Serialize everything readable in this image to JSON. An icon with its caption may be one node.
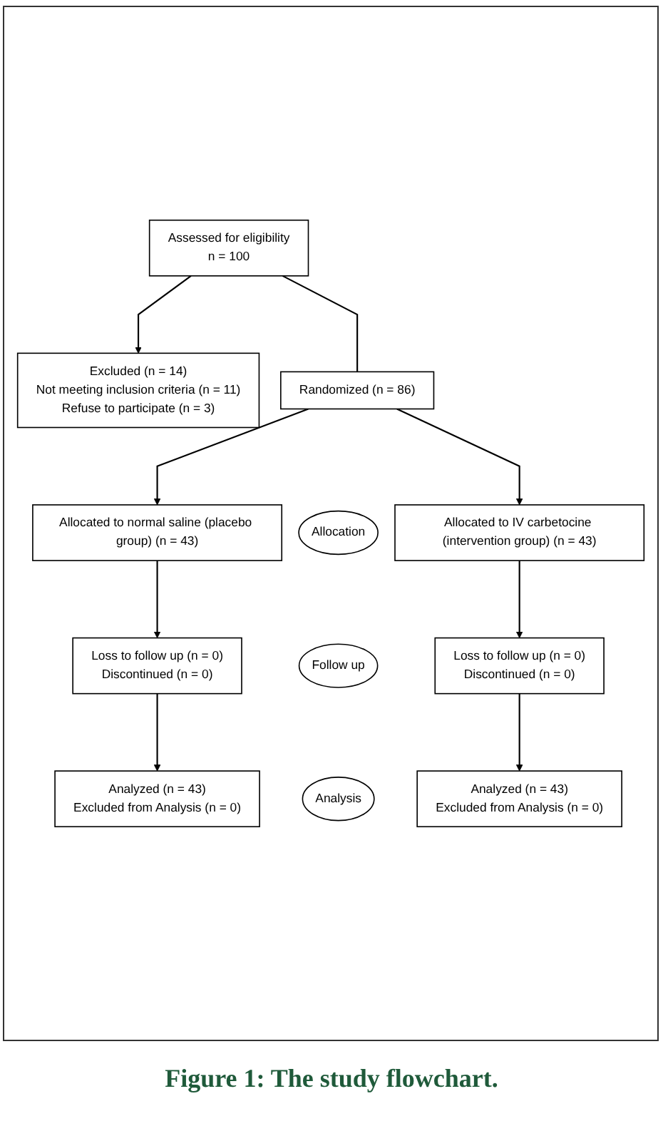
{
  "diagram": {
    "caption": "Figure 1: The study flowchart.",
    "nodes": [
      {
        "text": [
          "Assessed for eligibility",
          "n = 100"
        ]
      },
      {
        "text": [
          "Excluded (n = 14)",
          "Not meeting inclusion criteria (n = 11)",
          "Refuse to participate (n = 3)"
        ]
      },
      {
        "text": [
          "Randomized (n = 86)"
        ]
      },
      {
        "text": [
          "Allocated to normal saline (placebo group) (n = 43)"
        ]
      },
      {
        "text": [
          "Allocation"
        ]
      },
      {
        "text": [
          "Allocated to IV carbetocine (intervention group) (n = 43)"
        ]
      },
      {
        "text": [
          "Loss to follow up (n = 0)",
          "Discontinued (n = 0)"
        ]
      },
      {
        "text": [
          "Follow up"
        ]
      },
      {
        "text": [
          "Loss to follow up (n = 0)",
          "Discontinued (n = 0)"
        ]
      },
      {
        "text": [
          "Analyzed (n = 43)",
          "Excluded from Analysis (n = 0)"
        ]
      },
      {
        "text": [
          "Analysis"
        ]
      },
      {
        "text": [
          "Analyzed (n = 43)",
          "Excluded from Analysis (n = 0)"
        ]
      }
    ],
    "edges": [
      {
        "from": 0,
        "to": 2,
        "arrow": "none"
      },
      {
        "from": 0,
        "to": 1,
        "arrow": "to"
      },
      {
        "from": 2,
        "to": 3,
        "arrow": "to"
      },
      {
        "from": 2,
        "to": 5,
        "arrow": "to"
      },
      {
        "from": 3,
        "to": 6,
        "arrow": "to"
      },
      {
        "from": 5,
        "to": 8,
        "arrow": "to"
      },
      {
        "from": 6,
        "to": 9,
        "arrow": "to"
      },
      {
        "from": 8,
        "to": 11,
        "arrow": "to"
      }
    ]
  }
}
